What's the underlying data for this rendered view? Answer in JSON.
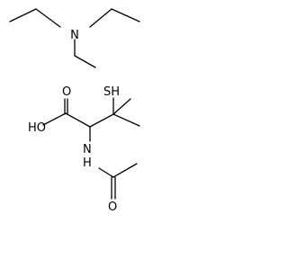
{
  "atoms": {
    "n": "N",
    "ho": "HO",
    "o": "O",
    "sh": "SH",
    "nh": "N",
    "h": "H",
    "o2": "O"
  },
  "colors": {
    "background": "#ffffff",
    "ink": "#000000"
  }
}
